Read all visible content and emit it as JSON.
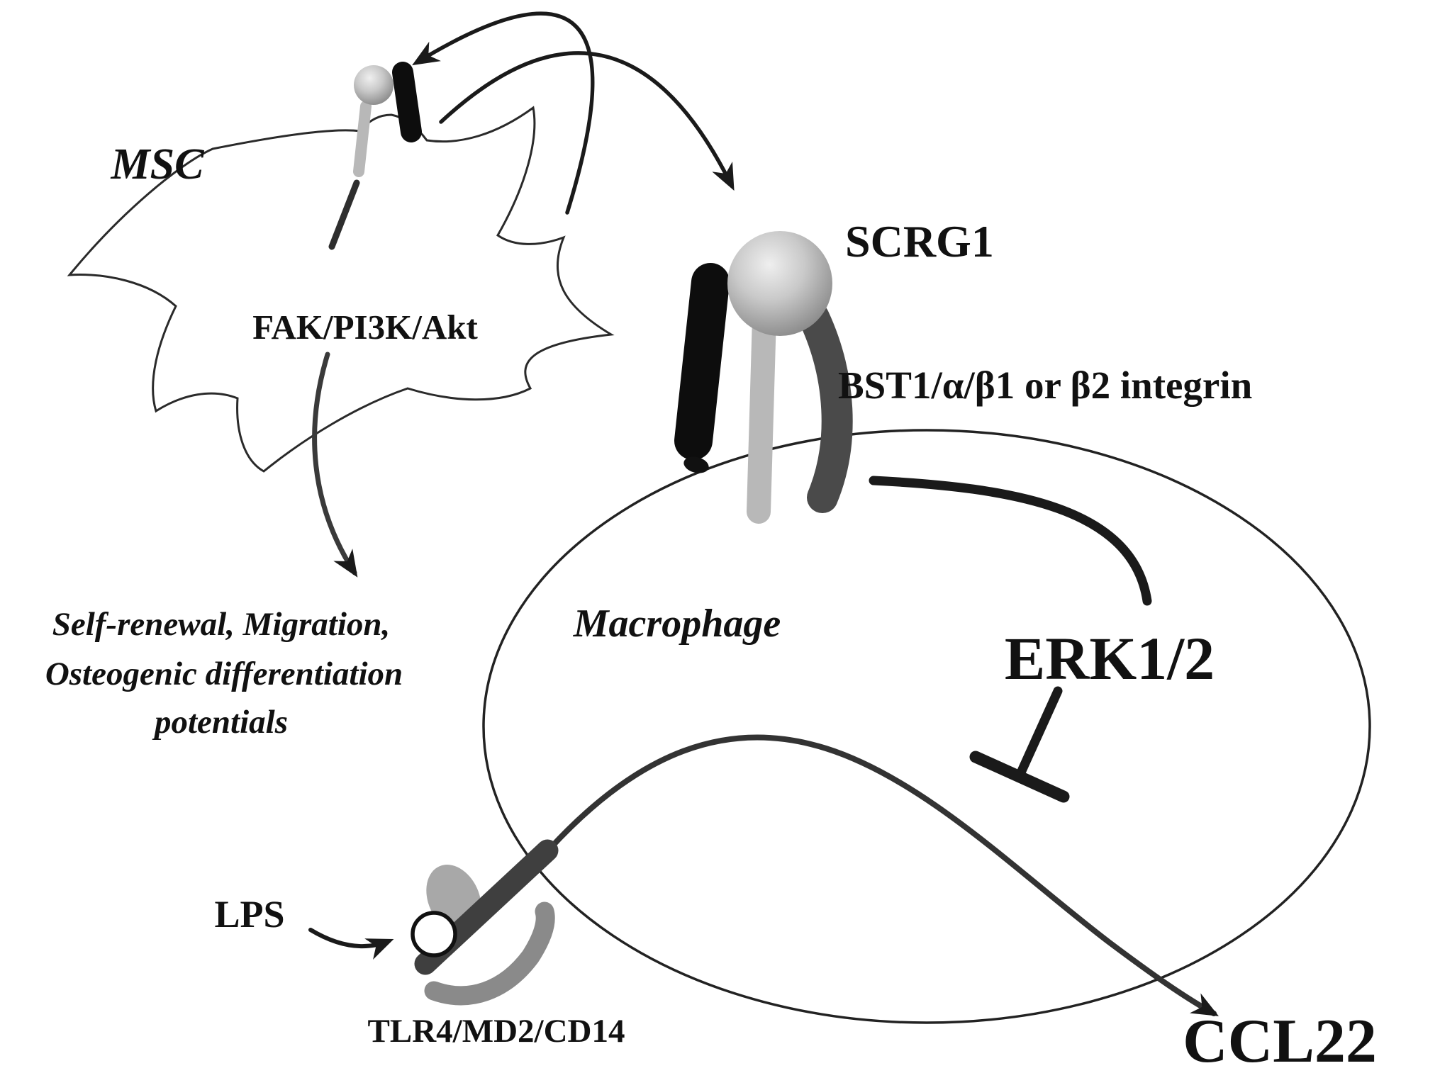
{
  "diagram": {
    "title_implied": "SCRG1 MSC-macrophage signaling pathway",
    "msc": {
      "label": "MSC",
      "pathway_label": "FAK/PI3K/Akt",
      "outcome_line1": "Self-renewal, Migration,",
      "outcome_line2": "Osteogenic differentiation",
      "outcome_line3": "potentials"
    },
    "ligand": {
      "label": "SCRG1"
    },
    "receptor": {
      "label": "BST1/α/β1 or β2 integrin"
    },
    "macrophage": {
      "label": "Macrophage",
      "kinase_label": "ERK1/2",
      "chemokine_label": "CCL22"
    },
    "lps": {
      "label": "LPS",
      "receptor_label": "TLR4/MD2/CD14"
    },
    "colors": {
      "ink": "#1a1a1a",
      "dark_gray": "#4a4a4a",
      "mid_gray": "#8a8a8a",
      "light_gray": "#b8b8b8",
      "background": "#ffffff"
    }
  }
}
